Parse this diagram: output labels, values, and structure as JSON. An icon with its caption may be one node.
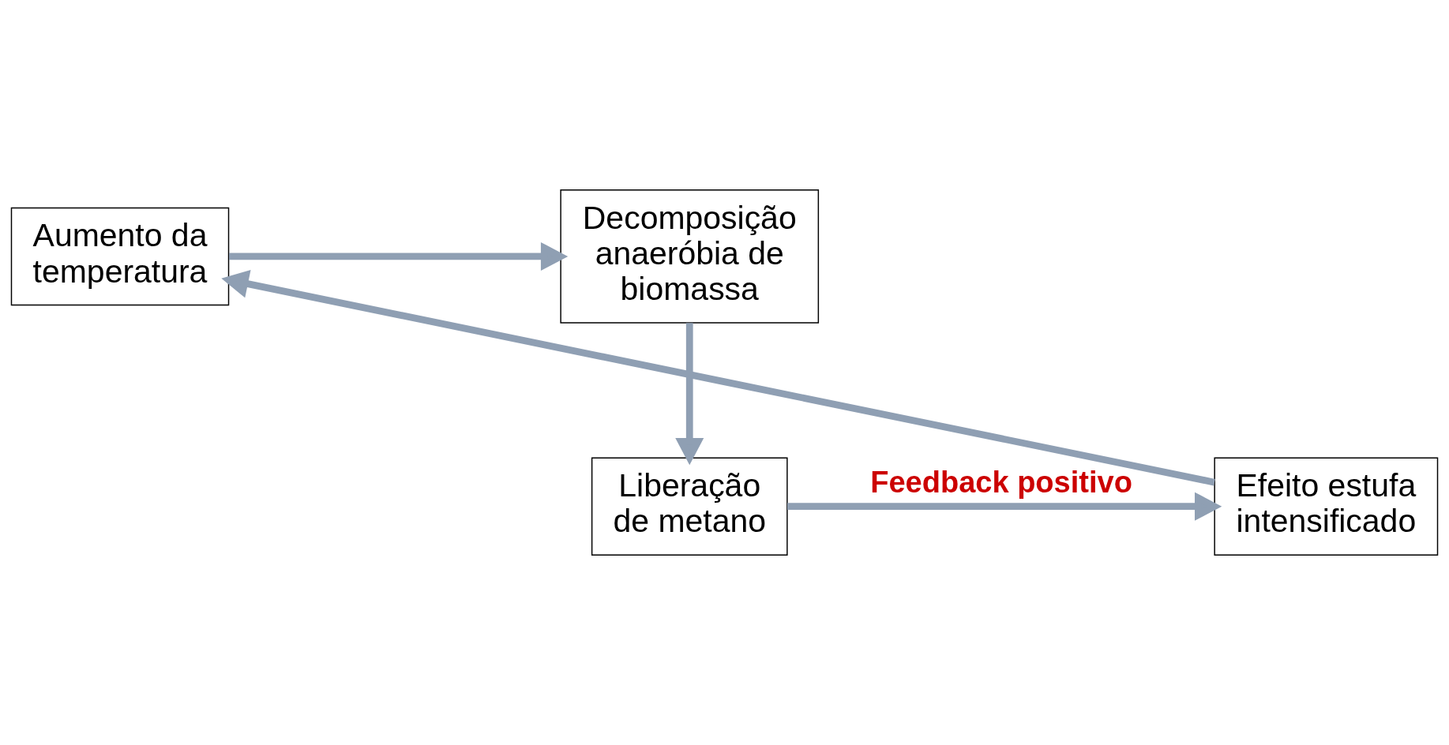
{
  "diagram": {
    "nodes": [
      {
        "text": [
          "Efeito estufa intensificado"
        ]
      },
      {
        "text": [
          "Aumento da temperatura"
        ]
      },
      {
        "text": [
          "Decomposição anaeróbia de biomassa"
        ]
      },
      {
        "text": [
          "Liberação de metano"
        ]
      }
    ],
    "edges": [
      {
        "from": 0,
        "to": 1,
        "arrow": "to"
      },
      {
        "from": 1,
        "to": 2,
        "arrow": "to"
      },
      {
        "from": 2,
        "to": 3,
        "arrow": "to"
      },
      {
        "from": 3,
        "to": 0,
        "arrow": "to",
        "label": "Feedback positivo"
      }
    ]
  }
}
